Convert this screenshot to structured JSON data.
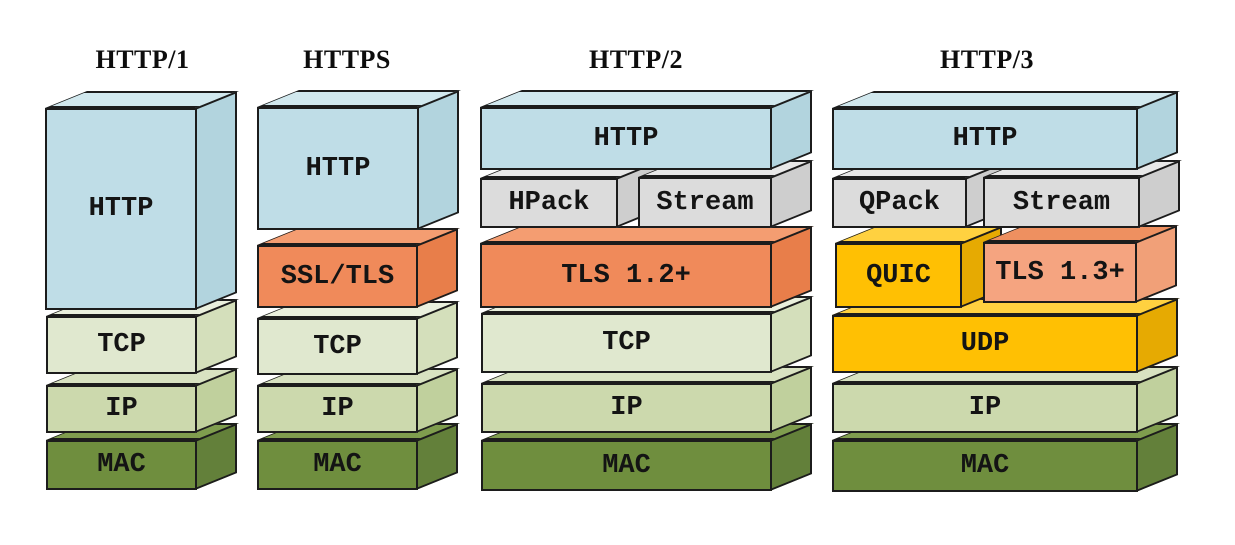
{
  "stacks": [
    {
      "title": "HTTP/1",
      "layers": [
        {
          "label": "HTTP"
        },
        {
          "label": "TCP"
        },
        {
          "label": "IP"
        },
        {
          "label": "MAC"
        }
      ]
    },
    {
      "title": "HTTPS",
      "layers": [
        {
          "label": "HTTP"
        },
        {
          "label": "SSL/TLS"
        },
        {
          "label": "TCP"
        },
        {
          "label": "IP"
        },
        {
          "label": "MAC"
        }
      ]
    },
    {
      "title": "HTTP/2",
      "layers": [
        {
          "label": "HTTP"
        },
        {
          "label": "HPack"
        },
        {
          "label": "Stream"
        },
        {
          "label": "TLS 1.2+"
        },
        {
          "label": "TCP"
        },
        {
          "label": "IP"
        },
        {
          "label": "MAC"
        }
      ]
    },
    {
      "title": "HTTP/3",
      "layers": [
        {
          "label": "HTTP"
        },
        {
          "label": "QPack"
        },
        {
          "label": "Stream"
        },
        {
          "label": "QUIC"
        },
        {
          "label": "TLS 1.3+"
        },
        {
          "label": "UDP"
        },
        {
          "label": "IP"
        },
        {
          "label": "MAC"
        }
      ]
    }
  ],
  "colors": {
    "outline": "#1c1c1c",
    "background": "#ffffff",
    "text": "#141414",
    "palette": {
      "blue": {
        "front": "#bfdde7",
        "top": "#d1e8ee",
        "side": "#b2d4de"
      },
      "orange": {
        "front": "#f08a5a",
        "top": "#f49d71",
        "side": "#e87e4a"
      },
      "salmon": {
        "front": "#f5a480",
        "top": "#ee9060",
        "side": "#f1a078"
      },
      "gray": {
        "front": "#dcdcdc",
        "top": "#e8e8e8",
        "side": "#cecece"
      },
      "yellow": {
        "front": "#ffc003",
        "top": "#ffd140",
        "side": "#e6aa02"
      },
      "green_light": {
        "front": "#e0e8cf",
        "top": "#eaf0dd",
        "side": "#d4dfbb"
      },
      "green_mid": {
        "front": "#ccd9ad",
        "top": "#d8e2c1",
        "side": "#c0d09d"
      },
      "green_dark": {
        "front": "#6f8e3e",
        "top": "#7f9d4e",
        "side": "#63803a"
      }
    }
  }
}
